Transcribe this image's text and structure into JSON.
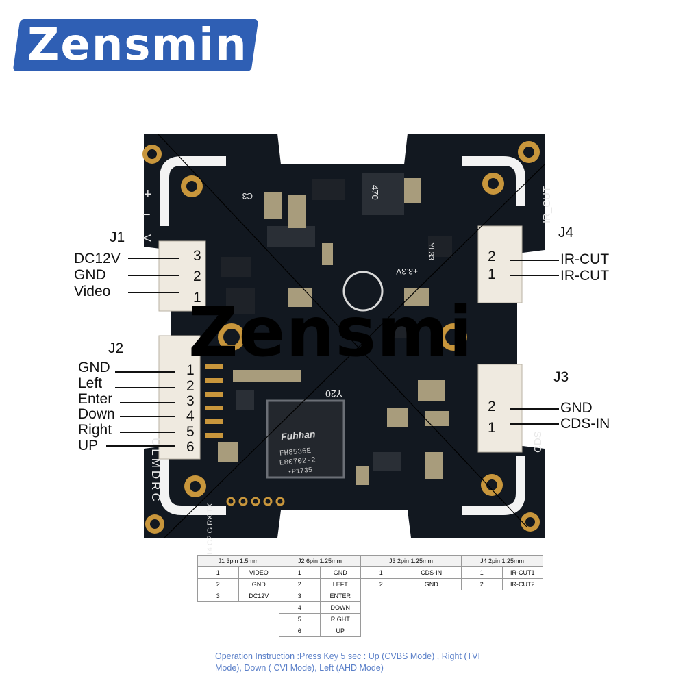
{
  "brand": {
    "logo_text": "Zensmin",
    "watermark_text": "Zensmi"
  },
  "colors": {
    "brand_blue": "#2f5fb4",
    "pcb": "#121820",
    "pad_gold": "#c8963c",
    "instruction_text": "#5a7fc8"
  },
  "j1": {
    "title": "J1",
    "rows": [
      {
        "name": "DC12V",
        "pin": "3"
      },
      {
        "name": "GND",
        "pin": "2"
      },
      {
        "name": "Video",
        "pin": "1"
      }
    ]
  },
  "j2": {
    "title": "J2",
    "rows": [
      {
        "name": "GND",
        "pin": "1"
      },
      {
        "name": "Left",
        "pin": "2"
      },
      {
        "name": "Enter",
        "pin": "3"
      },
      {
        "name": "Down",
        "pin": "4"
      },
      {
        "name": "Right",
        "pin": "5"
      },
      {
        "name": "UP",
        "pin": "6"
      }
    ]
  },
  "j4": {
    "title": "J4",
    "rows": [
      {
        "name": "IR-CUT",
        "pin": "2"
      },
      {
        "name": "IR-CUT",
        "pin": "1"
      }
    ]
  },
  "j3": {
    "title": "J3",
    "rows": [
      {
        "name": "GND",
        "pin": "2"
      },
      {
        "name": "CDS-IN",
        "pin": "1"
      }
    ]
  },
  "silkscreen": {
    "ir_cut": "IR_CUT",
    "cds": "CDS",
    "y20": "Y20",
    "plus_3v3": "+3.3V",
    "c3": "C3",
    "v_mark": "V",
    "plus": "+",
    "minus": "−",
    "chip_brand": "Fuhhan",
    "chip_line1": "FH8536E",
    "chip_line2": "E80702-2",
    "chip_line3": "•P1735",
    "inductor": "470",
    "reg": "YL33",
    "key_labels": "ULMDRC",
    "bottom_pins": "G14 G2 G RX TX"
  },
  "pin_table": {
    "headers": [
      "J1 3pin 1.5mm",
      "J2 6pin 1.25mm",
      "J3  2pin 1.25mm",
      "J4  2pin 1.25mm"
    ],
    "rows": [
      [
        "1",
        "VIDEO",
        "1",
        "GND",
        "1",
        "CDS-IN",
        "1",
        "IR-CUT1"
      ],
      [
        "2",
        "GND",
        "2",
        "LEFT",
        "2",
        "GND",
        "2",
        "IR-CUT2"
      ],
      [
        "3",
        "DC12V",
        "3",
        "ENTER",
        "",
        "",
        "",
        ""
      ],
      [
        "",
        "",
        "4",
        "DOWN",
        "",
        "",
        "",
        ""
      ],
      [
        "",
        "",
        "5",
        "RIGHT",
        "",
        "",
        "",
        ""
      ],
      [
        "",
        "",
        "6",
        "UP",
        "",
        "",
        "",
        ""
      ]
    ]
  },
  "instruction": "Operation Instruction :Press  Key 5 sec :  Up  (CVBS Mode) ,  Right (TVI Mode), Down ( CVI Mode), Left (AHD Mode)"
}
